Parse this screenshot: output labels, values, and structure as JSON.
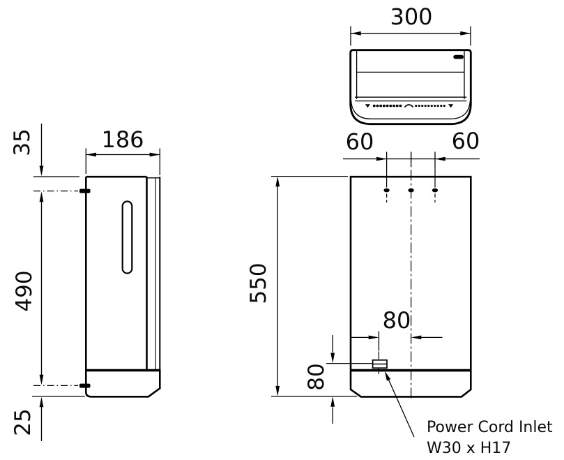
{
  "canvas": {
    "background": "#ffffff",
    "line_color": "#000000"
  },
  "side_view": {
    "top_offset": "35",
    "width": "186",
    "mount_span": "490",
    "bottom_offset": "25"
  },
  "top_view": {
    "width": "300"
  },
  "front_view": {
    "hole_spacing_left": "60",
    "hole_spacing_right": "60",
    "height": "550",
    "inlet_offset_x": "80",
    "inlet_offset_y": "80"
  },
  "annotation": {
    "line1": "Power Cord Inlet",
    "line2": "W30 x H17"
  }
}
